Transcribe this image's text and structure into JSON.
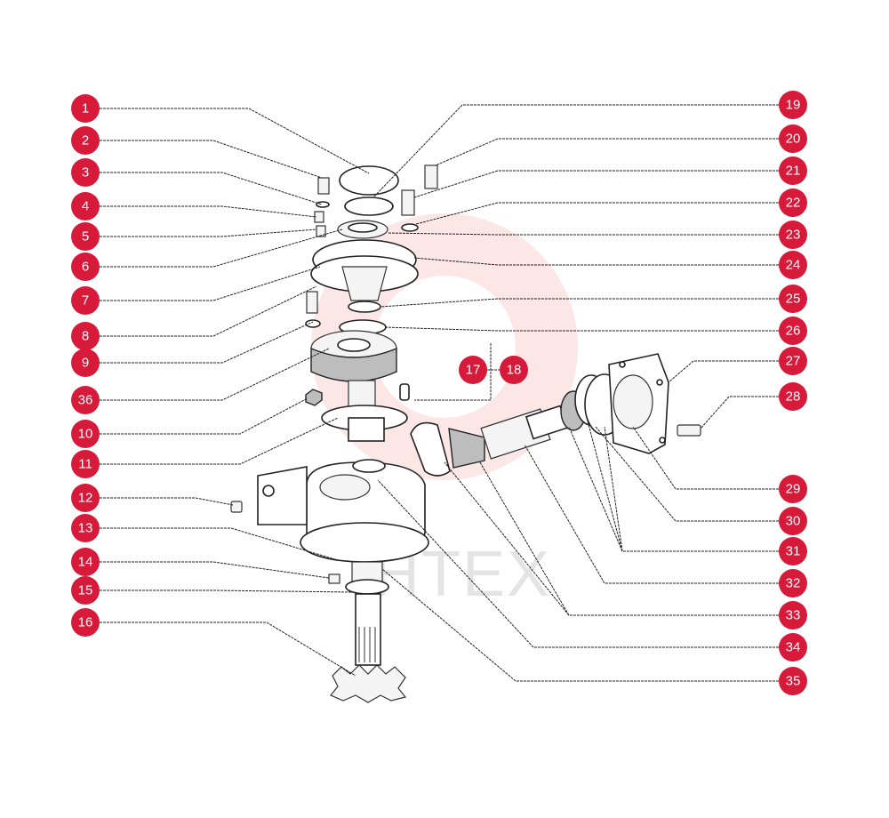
{
  "watermark": {
    "text": "HTEX",
    "color": "#f3b3b3"
  },
  "colors": {
    "callout": "#d71a3a",
    "callout_text": "#ffffff",
    "line": "#222222"
  },
  "callouts": [
    {
      "label": "1"
    },
    {
      "label": "2"
    },
    {
      "label": "3"
    },
    {
      "label": "4"
    },
    {
      "label": "5"
    },
    {
      "label": "6"
    },
    {
      "label": "7"
    },
    {
      "label": "8"
    },
    {
      "label": "9"
    },
    {
      "label": "36"
    },
    {
      "label": "10"
    },
    {
      "label": "11"
    },
    {
      "label": "12"
    },
    {
      "label": "13"
    },
    {
      "label": "14"
    },
    {
      "label": "15"
    },
    {
      "label": "16"
    },
    {
      "label": "17"
    },
    {
      "label": "18"
    },
    {
      "label": "19"
    },
    {
      "label": "20"
    },
    {
      "label": "21"
    },
    {
      "label": "22"
    },
    {
      "label": "23"
    },
    {
      "label": "24"
    },
    {
      "label": "25"
    },
    {
      "label": "26"
    },
    {
      "label": "27"
    },
    {
      "label": "28"
    },
    {
      "label": "29"
    },
    {
      "label": "30"
    },
    {
      "label": "31"
    },
    {
      "label": "32"
    },
    {
      "label": "33"
    },
    {
      "label": "34"
    },
    {
      "label": "35"
    }
  ]
}
